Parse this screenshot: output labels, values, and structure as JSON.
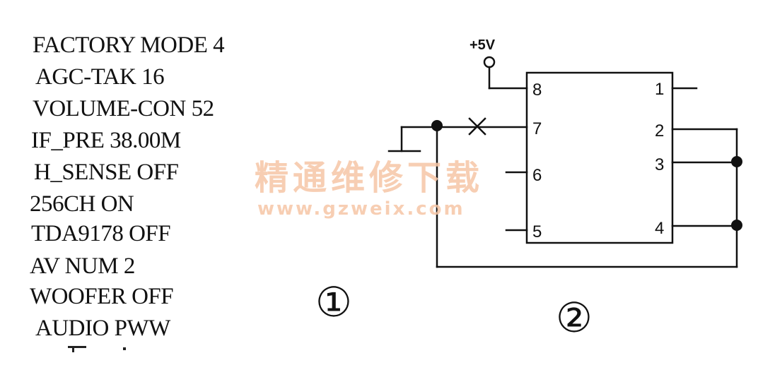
{
  "menu": {
    "lines": [
      "FACTORY MODE 4",
      "AGC-TAK 16",
      "VOLUME-CON 52",
      "IF_PRE 38.00M",
      "H_SENSE OFF",
      "256CH ON",
      "TDA9178 OFF",
      "AV NUM 2",
      "WOOFER OFF",
      "AUDIO PWW"
    ]
  },
  "labels": {
    "figure_1": "①",
    "figure_2": "②"
  },
  "watermark": {
    "chinese": "精通维修下载",
    "url": "www.gzweix.com"
  },
  "circuit": {
    "supply_label": "+5V",
    "pins": {
      "p1": "1",
      "p2": "2",
      "p3": "3",
      "p4": "4",
      "p5": "5",
      "p6": "6",
      "p7": "7",
      "p8": "8"
    }
  }
}
